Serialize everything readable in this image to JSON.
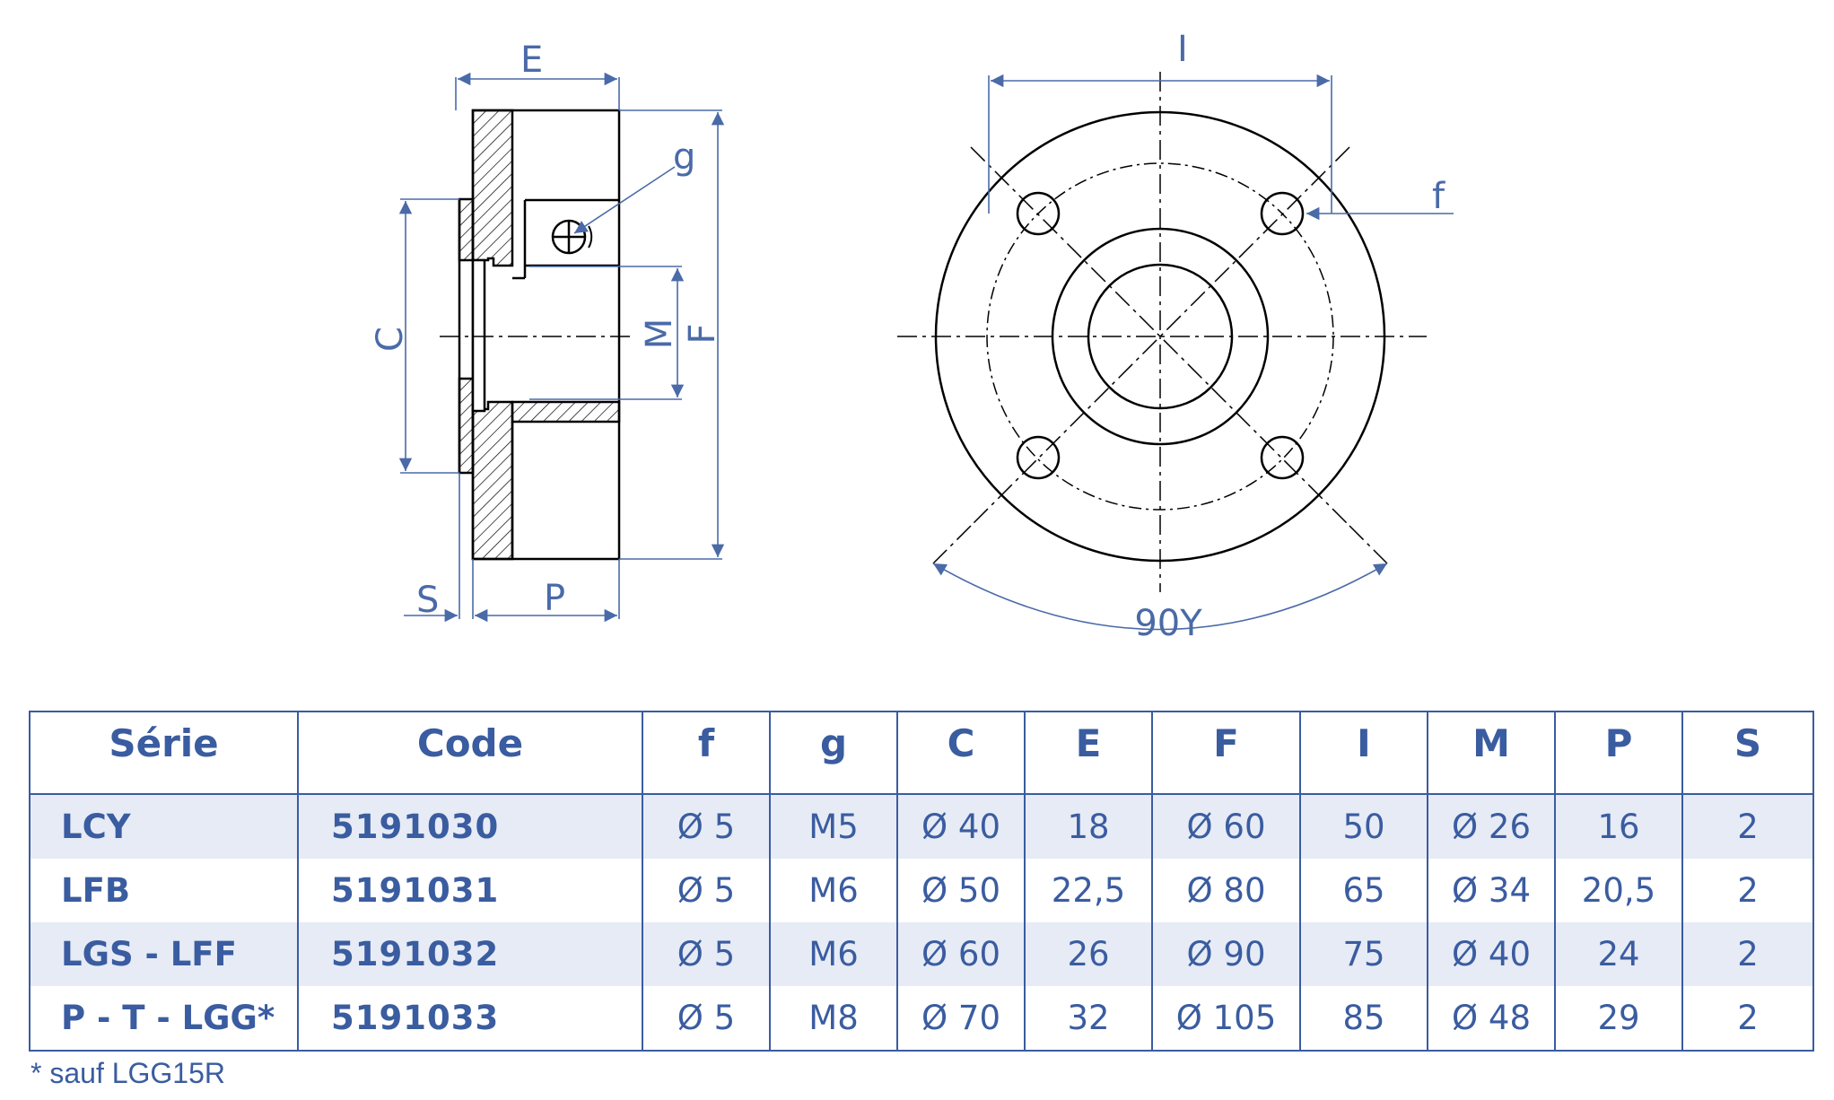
{
  "drawing": {
    "labels": {
      "E": "E",
      "g": "g",
      "C": "C",
      "M": "M",
      "F": "F",
      "S": "S",
      "P": "P",
      "I": "I",
      "f": "f",
      "angle": "90Υ"
    },
    "line_color": "#000000",
    "dimension_color": "#4a6aa8"
  },
  "table": {
    "headers": [
      "Série",
      "Code",
      "f",
      "g",
      "C",
      "E",
      "F",
      "I",
      "M",
      "P",
      "S"
    ],
    "rows": [
      {
        "serie": "LCY",
        "code": "5191030",
        "f": "Ø 5",
        "g": "M5",
        "C": "Ø 40",
        "E": "18",
        "F": "Ø 60",
        "I": "50",
        "M": "Ø 26",
        "P": "16",
        "S": "2"
      },
      {
        "serie": "LFB",
        "code": "5191031",
        "f": "Ø 5",
        "g": "M6",
        "C": "Ø 50",
        "E": "22,5",
        "F": "Ø 80",
        "I": "65",
        "M": "Ø 34",
        "P": "20,5",
        "S": "2"
      },
      {
        "serie": "LGS - LFF",
        "code": "5191032",
        "f": "Ø 5",
        "g": "M6",
        "C": "Ø 60",
        "E": "26",
        "F": "Ø 90",
        "I": "75",
        "M": "Ø 40",
        "P": "24",
        "S": "2"
      },
      {
        "serie": "P - T - LGG*",
        "code": "5191033",
        "f": "Ø 5",
        "g": "M8",
        "C": "Ø 70",
        "E": "32",
        "F": "Ø 105",
        "I": "85",
        "M": "Ø 48",
        "P": "29",
        "S": "2"
      }
    ],
    "border_color": "#3a5ca0",
    "shade_color": "#e6ebf5"
  },
  "footnote": "*  sauf LGG15R"
}
